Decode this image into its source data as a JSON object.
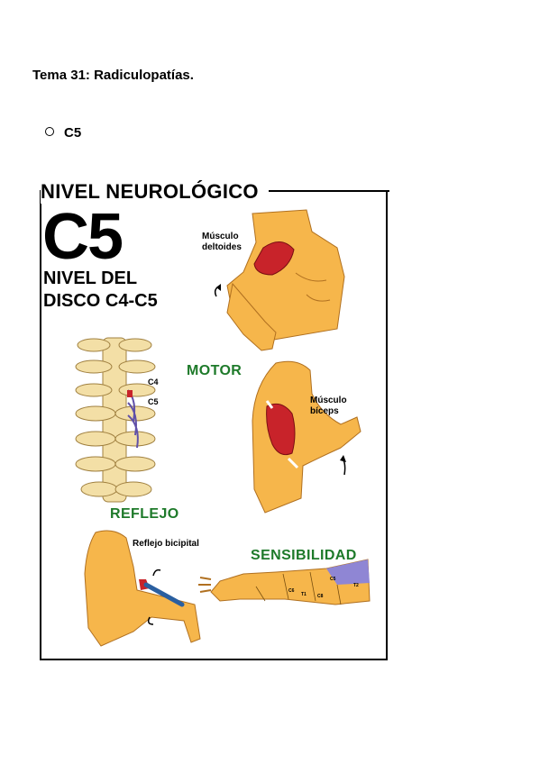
{
  "document": {
    "title": "Tema 31: Radiculopatías.",
    "bullet": "C5"
  },
  "figure": {
    "heading": "NIVEL NEUROLÓGICO",
    "level": "C5",
    "disc_line1": "NIVEL DEL",
    "disc_line2": "DISCO C4-C5",
    "motor_label": "MOTOR",
    "reflex_label": "REFLEJO",
    "sensory_label": "SENSIBILIDAD",
    "deltoid_label": "Músculo deltoides",
    "biceps_label": "Músculo bíceps",
    "reflex_name": "Reflejo bicipital",
    "spine_c4": "C4",
    "spine_c5": "C5",
    "derm_labels": [
      "C6",
      "C5",
      "T1",
      "C8",
      "T2"
    ],
    "colors": {
      "green_text": "#1e7a2a",
      "skin": "#f6b64b",
      "muscle": "#c8232a",
      "dermatome": "#8f86d4"
    }
  }
}
